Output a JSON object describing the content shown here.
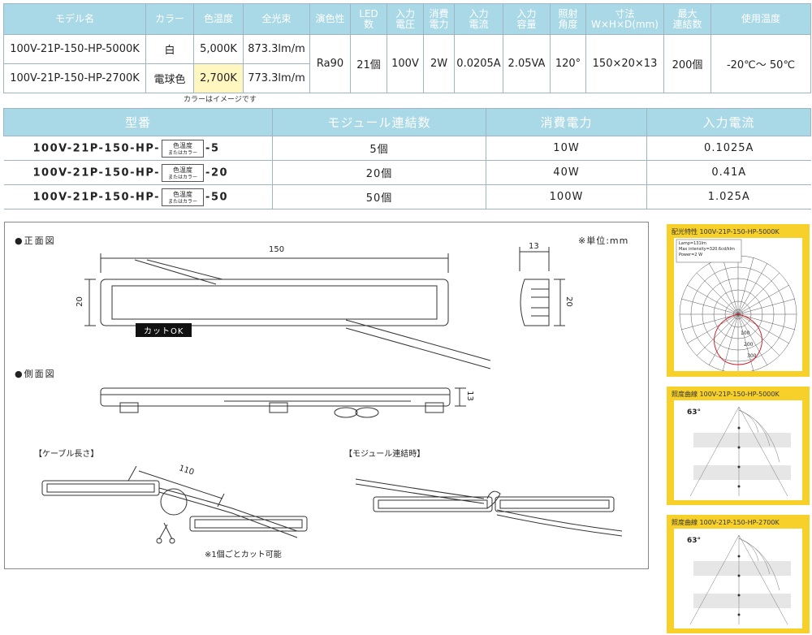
{
  "spec_table": {
    "headers": [
      "モデル名",
      "カラー",
      "色温度",
      "全光束",
      "演色性",
      "LED\n数",
      "入力\n電圧",
      "消費\n電力",
      "入力\n電流",
      "入力\n容量",
      "照射\n角度",
      "寸法\nW×H×D(mm)",
      "最大\n連結数",
      "使用温度"
    ],
    "rows": [
      {
        "model": "100V-21P-150-HP-5000K",
        "color": "白",
        "temp": "5,000K",
        "lumen": "873.3lm/m"
      },
      {
        "model": "100V-21P-150-HP-2700K",
        "color": "電球色",
        "temp": "2,700K",
        "lumen": "773.3lm/m"
      }
    ],
    "shared": {
      "cri": "Ra90",
      "led": "21個",
      "voltage": "100V",
      "power": "2W",
      "current": "0.0205A",
      "capacity": "2.05VA",
      "angle": "120°",
      "size": "150×20×13",
      "max_link": "200個",
      "temp_range": "-20℃～ 50℃"
    }
  },
  "color_note": "カラーはイメージです",
  "module_table": {
    "headers": [
      "型番",
      "モジュール連結数",
      "消費電力",
      "入力電流"
    ],
    "tag_line1": "色温度",
    "tag_line2": "またはカラー",
    "model_prefix": "100V-21P-150-HP-",
    "rows": [
      {
        "suffix": "-5",
        "count": "5個",
        "power": "10W",
        "current": "0.1025A"
      },
      {
        "suffix": "-20",
        "count": "20個",
        "power": "40W",
        "current": "0.41A"
      },
      {
        "suffix": "-50",
        "count": "50個",
        "power": "100W",
        "current": "1.025A"
      }
    ]
  },
  "drawing": {
    "front_title": "●正面図",
    "side_title": "●側面図",
    "unit_note": "※単位:mm",
    "dim_width": "150",
    "dim_height": "20",
    "dim_depth": "13",
    "dim_height_right": "20",
    "dim_side_h": "13",
    "cable_title": "【ケーブル長さ】",
    "cable_dim": "110",
    "module_title": "【モジュール連結時】",
    "cut_ok": "カットOK",
    "cut_note": "※1個ごとカット可能"
  },
  "cards": {
    "polar_title": "配光特性 100V-21P-150-HP-5000K",
    "polar_info": [
      "Lamp=131lm",
      "Max intensity=320.6cd/klm",
      "Power=2 W"
    ],
    "polar_rings": [
      "100",
      "200",
      "300"
    ],
    "illum1_title": "照度曲線 100V-21P-150-HP-5000K",
    "illum2_title": "照度曲線 100V-21P-150-HP-2700K",
    "illum_angle": "63°"
  }
}
